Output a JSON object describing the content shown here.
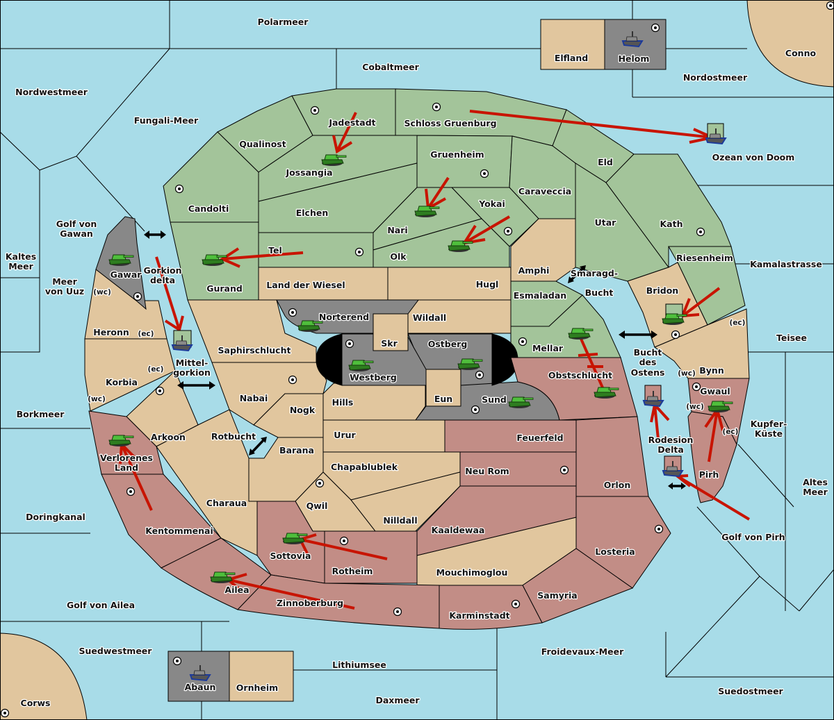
{
  "game": "Diplomacy-style territory map",
  "colors": {
    "sea": "#a8dce8",
    "power_green": "#a3c49a",
    "power_red": "#c28d86",
    "neutral_tan": "#e1c69e",
    "power_grey": "#888888",
    "order_arrow": "#c81400",
    "border": "#000000"
  },
  "sea_regions": [
    "Polarmeer",
    "Cobaltmeer",
    "Nordwestmeer",
    "Fungali-Meer",
    "Nordostmeer",
    "Ozean von Doom",
    "Golf von Gawan",
    "Kaltes Meer",
    "Meer von Uuz",
    "Gorkion delta",
    "Mittel-gorkion",
    "Borkmeer",
    "Doringkanal",
    "Rotbucht",
    "Smaragd-Bucht",
    "Bucht des Ostens",
    "Rodesion Delta",
    "Kamalastrasse",
    "Teisee",
    "Kupfer-Küste",
    "Altes Meer",
    "Golf von Pirh",
    "Golf von Ailea",
    "Suedwestmeer",
    "Lithiumsee",
    "Daxmeer",
    "Froidevaux-Meer",
    "Suedostmeer"
  ],
  "territories": {
    "green": [
      "Jadestadt",
      "Schloss Gruenburg",
      "Qualinost",
      "Jossangia",
      "Gruenheim",
      "Candolti",
      "Elchen",
      "Caraveccia",
      "Eld",
      "Yokai",
      "Nari",
      "Utar",
      "Kath",
      "Tel",
      "Olk",
      "Gurand",
      "Riesenheim",
      "Esmaladan",
      "Mellar"
    ],
    "tan": [
      "Elfland",
      "Conno",
      "Land der Wiesel",
      "Hugl",
      "Amphi",
      "Bridon",
      "Heronn",
      "Saphirschlucht",
      "Wildall",
      "Skr",
      "Korbia",
      "Nabai",
      "Nogk",
      "Hills",
      "Arkoon",
      "Urur",
      "Barana",
      "Chapablublek",
      "Eun",
      "Qwil",
      "Nilldall",
      "Charaua",
      "Mouchimoglou",
      "Bynn",
      "Corws",
      "Ornheim"
    ],
    "red": [
      "Obstschlucht",
      "Gwaul",
      "Feuerfeld",
      "Verlorenes Land",
      "Neu Rom",
      "Orlon",
      "Pirh",
      "Kentommenai",
      "Kaaldewaa",
      "Losteria",
      "Sottovia",
      "Rotheim",
      "Ailea",
      "Zinnoberburg",
      "Samyria",
      "Karminstadt"
    ],
    "grey": [
      "Helom",
      "Gawar",
      "Norterend",
      "Westberg",
      "Ostberg",
      "Sund",
      "Abaun"
    ]
  },
  "labels": {
    "Polarmeer": "Polarmeer",
    "Cobaltmeer": "Cobaltmeer",
    "Nordwestmeer": "Nordwestmeer",
    "Fungali": "Fungali-Meer",
    "Nordostmeer": "Nordostmeer",
    "Ozean": "Ozean von Doom",
    "Gawan1": "Golf von",
    "Gawan2": "Gawan",
    "Kaltes1": "Kaltes",
    "Kaltes2": "Meer",
    "Uuz1": "Meer",
    "Uuz2": "von Uuz",
    "GorkD1": "Gorkion",
    "GorkD2": "delta",
    "Mittel1": "Mittel-",
    "Mittel2": "gorkion",
    "Borkmeer": "Borkmeer",
    "Doringkanal": "Doringkanal",
    "Rotbucht": "Rotbucht",
    "Smaragd1": "Smaragd-",
    "Smaragd2": "Bucht",
    "Bucht1": "Bucht",
    "Bucht2": "des",
    "Bucht3": "Ostens",
    "Rodesion1": "Rodesion",
    "Rodesion2": "Delta",
    "Kamalastrasse": "Kamalastrasse",
    "Teisee": "Teisee",
    "Kupfer1": "Kupfer-",
    "Kupfer2": "Küste",
    "Altes1": "Altes",
    "Altes2": "Meer",
    "Pirhgolf": "Golf von Pirh",
    "Aileagolf": "Golf von Ailea",
    "Suedwestmeer": "Suedwestmeer",
    "Lithiumsee": "Lithiumsee",
    "Daxmeer": "Daxmeer",
    "Froidevaux": "Froidevaux-Meer",
    "Suedostmeer": "Suedostmeer",
    "Elfland": "Elfland",
    "Helom": "Helom",
    "Conno": "Conno",
    "Corws": "Corws",
    "Abaun": "Abaun",
    "Ornheim": "Ornheim",
    "Jadestadt": "Jadestadt",
    "Schloss": "Schloss Gruenburg",
    "Qualinost": "Qualinost",
    "Jossangia": "Jossangia",
    "Gruenheim": "Gruenheim",
    "Candolti": "Candolti",
    "Elchen": "Elchen",
    "Caraveccia": "Caraveccia",
    "Eld": "Eld",
    "Yokai": "Yokai",
    "Nari": "Nari",
    "Utar": "Utar",
    "Kath": "Kath",
    "Tel": "Tel",
    "Olk": "Olk",
    "Gurand": "Gurand",
    "Riesenheim": "Riesenheim",
    "Amphi": "Amphi",
    "Hugl": "Hugl",
    "Wiesel": "Land der Wiesel",
    "Esmaladan": "Esmaladan",
    "Bridon": "Bridon",
    "Gawar": "Gawar",
    "Heronn": "Heronn",
    "Norterend": "Norterend",
    "Wildall": "Wildall",
    "Saphir": "Saphirschlucht",
    "Skr": "Skr",
    "Ostberg": "Ostberg",
    "Mellar": "Mellar",
    "Westberg": "Westberg",
    "Korbia": "Korbia",
    "Nabai": "Nabai",
    "Obstschlucht": "Obstschlucht",
    "Bynn": "Bynn",
    "Eun": "Eun",
    "Hills": "Hills",
    "Sund": "Sund",
    "Gwaul": "Gwaul",
    "Nogk": "Nogk",
    "Arkoon": "Arkoon",
    "Urur": "Urur",
    "Feuerfeld": "Feuerfeld",
    "Verlorenes1": "Verlorenes",
    "Verlorenes2": "Land",
    "Barana": "Barana",
    "Chapablublek": "Chapablublek",
    "NeuRom": "Neu Rom",
    "Orlon": "Orlon",
    "Pirh": "Pirh",
    "Qwil": "Qwil",
    "Charaua": "Charaua",
    "Nilldall": "Nilldall",
    "Kentommenai": "Kentommenai",
    "Kaaldewaa": "Kaaldewaa",
    "Losteria": "Losteria",
    "Sottovia": "Sottovia",
    "Rotheim": "Rotheim",
    "Mouchimoglou": "Mouchimoglou",
    "Ailea": "Ailea",
    "Samyria": "Samyria",
    "Zinnoberburg": "Zinnoberburg",
    "Karminstadt": "Karminstadt"
  },
  "coast_markers": {
    "wc": "(wc)",
    "ec": "(ec)"
  },
  "units": [
    {
      "type": "army",
      "power": "green",
      "location": "Jossangia"
    },
    {
      "type": "army",
      "power": "green",
      "location": "Nari"
    },
    {
      "type": "army",
      "power": "green",
      "location": "Olk"
    },
    {
      "type": "army",
      "power": "green",
      "location": "Gurand"
    },
    {
      "type": "army",
      "power": "green",
      "location": "Gawar"
    },
    {
      "type": "army",
      "power": "green",
      "location": "Norterend"
    },
    {
      "type": "army",
      "power": "green",
      "location": "Westberg"
    },
    {
      "type": "army",
      "power": "green",
      "location": "Ostberg"
    },
    {
      "type": "army",
      "power": "green",
      "location": "Sund"
    },
    {
      "type": "army",
      "power": "green",
      "location": "Mellar"
    },
    {
      "type": "army",
      "power": "green",
      "location": "Obstschlucht"
    },
    {
      "type": "army",
      "power": "green",
      "location": "Bridon"
    },
    {
      "type": "army",
      "power": "green",
      "location": "Gwaul"
    },
    {
      "type": "army",
      "power": "green",
      "location": "Verlorenes Land"
    },
    {
      "type": "army",
      "power": "green",
      "location": "Sottovia"
    },
    {
      "type": "army",
      "power": "green",
      "location": "Ailea"
    },
    {
      "type": "fleet",
      "power": "grey",
      "location": "Helom"
    },
    {
      "type": "fleet",
      "power": "grey",
      "location": "Abaun"
    },
    {
      "type": "fleet",
      "power": "green",
      "location": "Ozean von Doom"
    },
    {
      "type": "fleet",
      "power": "green",
      "location": "Mittel-gorkion"
    },
    {
      "type": "fleet",
      "power": "red",
      "location": "Bucht des Ostens"
    },
    {
      "type": "fleet",
      "power": "red",
      "location": "Rodesion Delta"
    }
  ],
  "orders": [
    {
      "from": "Schloss Gruenburg",
      "to": "Ozean von Doom"
    },
    {
      "from": "Jadestadt",
      "to": "Jossangia"
    },
    {
      "from": "Gruenheim",
      "to": "Nari"
    },
    {
      "from": "Yokai",
      "to": "Olk"
    },
    {
      "from": "Tel",
      "to": "Gurand"
    },
    {
      "from": "Gorkion delta",
      "to": "Mittel-gorkion"
    },
    {
      "from": "Riesenheim",
      "to": "Bridon"
    },
    {
      "from": "Mellar",
      "to": "Obstschlucht",
      "status": "failed"
    },
    {
      "from": "Rodesion Delta",
      "to": "Bucht des Ostens"
    },
    {
      "from": "Pirh",
      "to": "Gwaul"
    },
    {
      "from": "Golf von Pirh",
      "to": "Rodesion Delta"
    },
    {
      "from": "Kentommenai",
      "to": "Verlorenes Land"
    },
    {
      "from": "Rotheim",
      "to": "Sottovia"
    },
    {
      "from": "Zinnoberburg",
      "to": "Ailea"
    }
  ]
}
